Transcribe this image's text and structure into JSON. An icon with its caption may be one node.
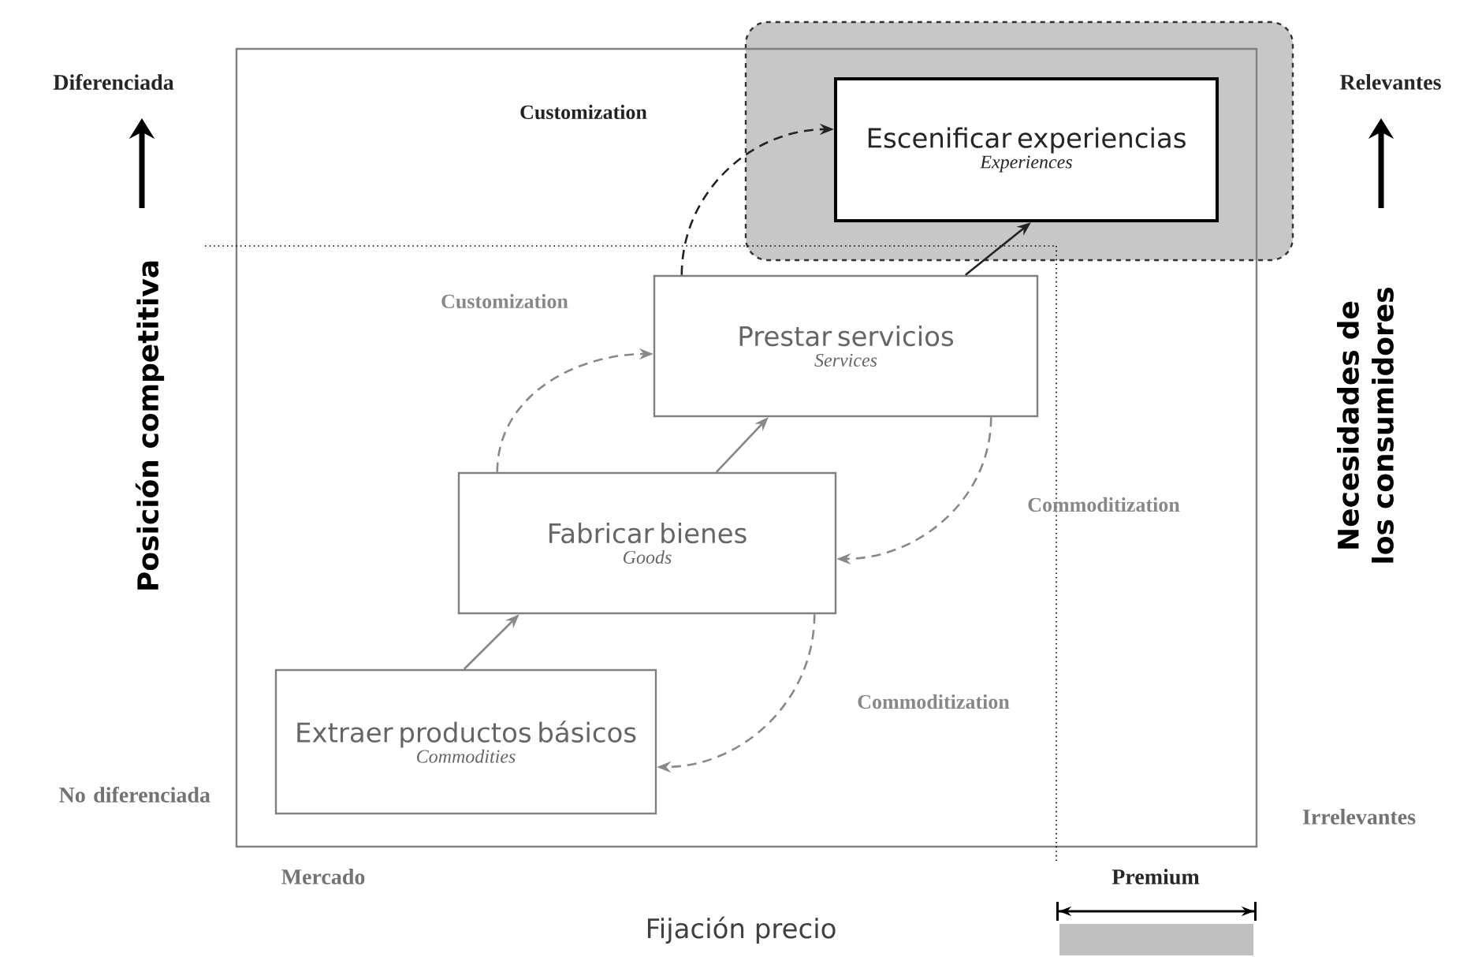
{
  "diagram": {
    "nodes": [
      {
        "text": [
          "Extraer productos básicos",
          "Commodities"
        ]
      },
      {
        "text": [
          "Fabricar bienes",
          "Goods"
        ]
      },
      {
        "text": [
          "Prestar servicios",
          "Services"
        ]
      },
      {
        "text": [
          "Escenificar experiencias",
          "Experiences"
        ]
      }
    ],
    "edges": [
      {
        "from": 0,
        "to": 1,
        "arrow": "to"
      },
      {
        "from": 1,
        "to": 2,
        "arrow": "to"
      },
      {
        "from": 2,
        "to": 3,
        "arrow": "to",
        "color": "#222222"
      },
      {
        "from": 1,
        "to": 2,
        "arrow": "to",
        "style": "dashed",
        "label": "Customization"
      },
      {
        "from": 2,
        "to": 3,
        "arrow": "to",
        "style": "dashed",
        "color": "#222222",
        "label": "Customization"
      },
      {
        "from": 2,
        "to": 1,
        "arrow": "to",
        "style": "dashed",
        "label": "Commoditization"
      },
      {
        "from": 1,
        "to": 0,
        "arrow": "to",
        "style": "dashed",
        "label": "Commoditization"
      }
    ],
    "labels": [
      "Diferenciada",
      "Posición competitiva",
      "No diferenciada",
      "Relevantes",
      "Necesidades de los consumidores",
      "Irrelevantes",
      "Mercado",
      "Premium",
      "Fijación precio"
    ]
  }
}
